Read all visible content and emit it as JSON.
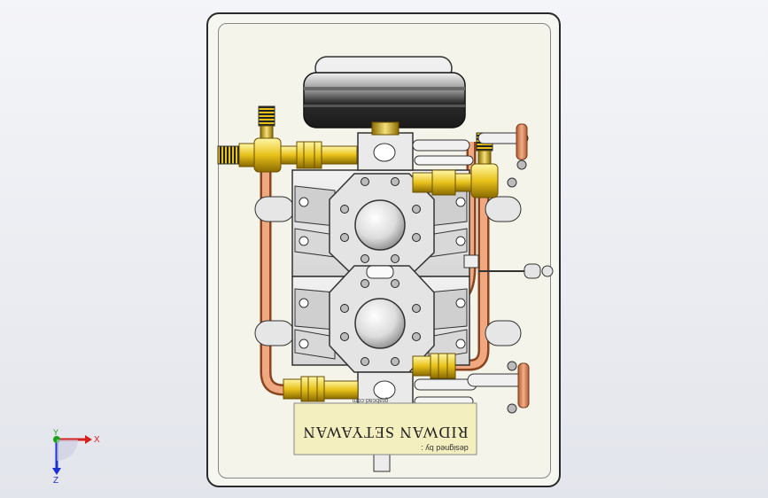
{
  "viewport": {
    "background": "#eceef3",
    "plate_color": "#f5f4ea",
    "accent_brass": "#e8c21a",
    "accent_copper": "#d9845a"
  },
  "nameplate": {
    "title": "RIDWAN SETYAWAN",
    "credit": "designed by :",
    "url": "grabcad.com"
  },
  "axes": {
    "x_label": "X",
    "y_label": "Y",
    "z_label": "Z"
  }
}
